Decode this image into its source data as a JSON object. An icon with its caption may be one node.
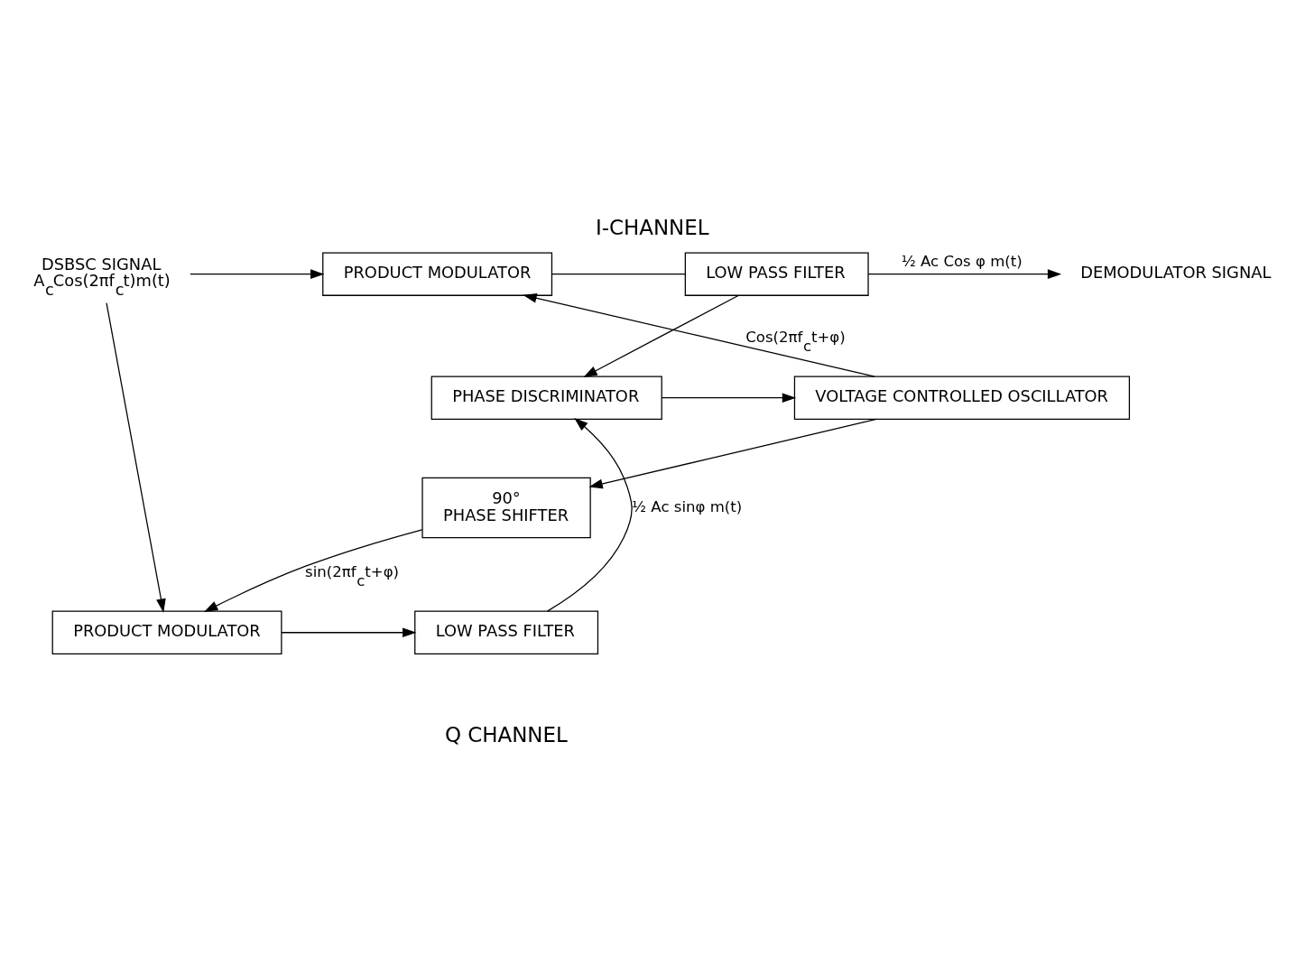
{
  "diagram": {
    "title": "I-CHANNEL",
    "caption": "Q CHANNEL",
    "nodes": [
      {
        "text": [
          "PRODUCT MODULATOR"
        ]
      },
      {
        "text": [
          "LOW PASS FILTER"
        ]
      },
      {
        "text": [
          "VOLTAGE CONTROLLED OSCILLATOR"
        ]
      },
      {
        "text": [
          "PHASE DISCRIMINATOR"
        ]
      },
      {
        "text": [
          "90°",
          "PHASE SHIFTER"
        ]
      },
      {
        "text": [
          "PRODUCT MODULATOR"
        ]
      },
      {
        "text": [
          "LOW PASS FILTER"
        ]
      },
      {
        "text": [
          "DSBSC SIGNAL"
        ],
        "beside": [
          "A$_{c}$Cos(2πf$_{c}$t)m(t)"
        ]
      },
      {
        "text": [
          "DEMODULATOR SIGNAL"
        ]
      }
    ],
    "edges": [
      {
        "from": 7,
        "to": 0,
        "arrow": "to"
      },
      {
        "from": 7,
        "to": 5,
        "arrow": "to"
      },
      {
        "from": 0,
        "to": 1,
        "arrow": "none"
      },
      {
        "from": 1,
        "to": 8,
        "arrow": "to",
        "label": "½ Ac Cos φ m(t)"
      },
      {
        "from": 1,
        "to": 3,
        "arrow": "to"
      },
      {
        "from": 3,
        "to": 2,
        "arrow": "to"
      },
      {
        "from": 2,
        "to": 0,
        "arrow": "to",
        "label": "Cos(2πf$_{c}$t+φ)"
      },
      {
        "from": 2,
        "to": 4,
        "arrow": "to"
      },
      {
        "from": 4,
        "to": 5,
        "arrow": "to",
        "label": "sin(2πf$_{c}$t+φ)"
      },
      {
        "from": 5,
        "to": 6,
        "arrow": "to"
      },
      {
        "from": 6,
        "to": 3,
        "arrow": "to",
        "label": "½ Ac sinφ m(t)"
      }
    ]
  }
}
